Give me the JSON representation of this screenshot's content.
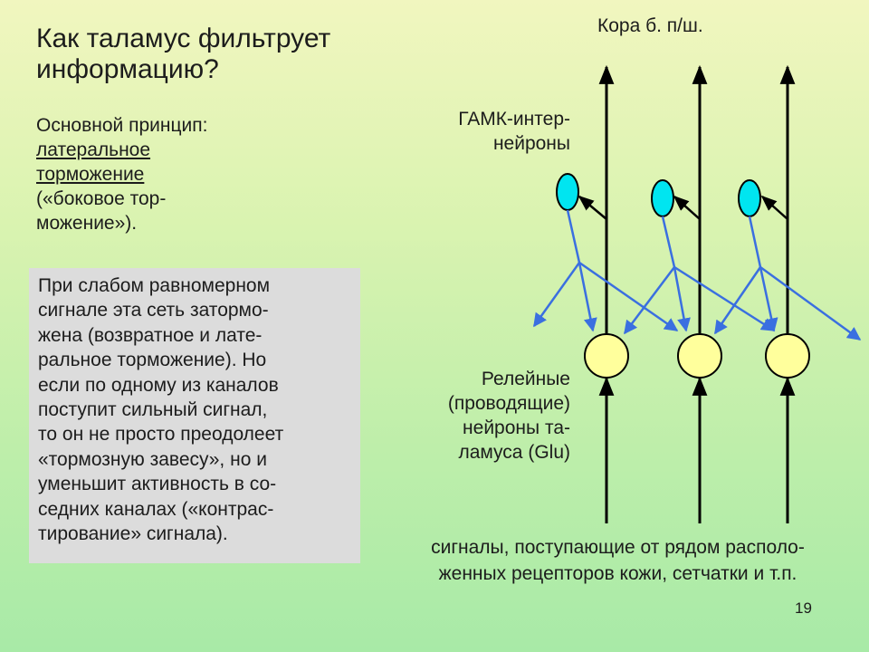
{
  "title": "Как таламус фильтрует\nинформацию?",
  "principle": {
    "intro": "Основной принцип:",
    "underlined": "латеральное\nторможение",
    "paren": "(«боковое тор-\nможение»)."
  },
  "box_text": "При слабом равномерном\nсигнале эта сеть затормо-\nжена (возвратное и лате-\nральное торможение). Но\nесли по одному из каналов\nпоступит сильный сигнал,\nто он не просто преодолеет\n«тормозную завесу», но и\nуменьшит активность в со-\nседних каналах («контрас-\nтирование» сигнала).",
  "diagram": {
    "cortex_label": "Кора б. п/ш.",
    "interneuron_label": "ГАМК-интер-\nнейроны",
    "relay_label": "Релейные\n(проводящие)\nнейроны та-\nламуса (Glu)",
    "input_label": "сигналы, поступающие от рядом располо-\nженных рецепторов кожи, сетчатки и т.п.",
    "colors": {
      "interneuron_fill": "#00e5f0",
      "relay_fill": "#ffff9c",
      "inhibitory_line": "#3a6fe0",
      "axon": "#000000"
    }
  },
  "page_number": "19"
}
